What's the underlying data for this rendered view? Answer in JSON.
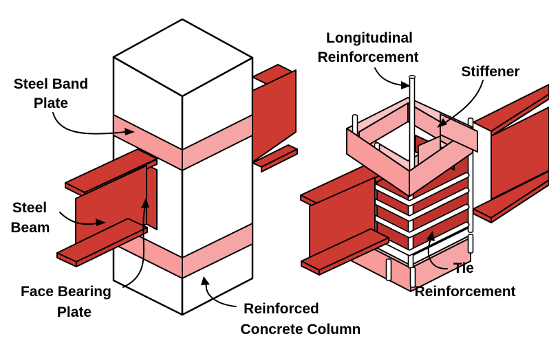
{
  "diagram": {
    "type": "isometric-engineering-diagram",
    "subject": "Steel beam to reinforced concrete column joint details",
    "views": [
      "column-with-band-plates",
      "joint-reinforcement-detail"
    ]
  },
  "labels": {
    "steel_band_plate": {
      "line1": "Steel Band",
      "line2": "Plate"
    },
    "steel_beam": {
      "line1": "Steel",
      "line2": "Beam"
    },
    "face_bearing_plate": {
      "line1": "Face Bearing",
      "line2": "Plate"
    },
    "reinforced_concrete_column": {
      "line1": "Reinforced",
      "line2": "Concrete Column"
    },
    "longitudinal_reinforcement": {
      "line1": "Longitudinal",
      "line2": "Reinforcement"
    },
    "stiffener": {
      "line1": "Stiffener"
    },
    "tie_reinforcement": {
      "line1": "Tie",
      "line2": "Reinforcement"
    }
  },
  "colors": {
    "steel_red": "#CD3A32",
    "steel_red_dark": "#BE332D",
    "band_pink": "#F79B9B",
    "band_pink_light": "#FAC3C3",
    "inner_pink": "#F5A5A5",
    "stiffener_pink": "#F6ABAB",
    "outline": "#000000",
    "background": "#FFFFFF"
  }
}
